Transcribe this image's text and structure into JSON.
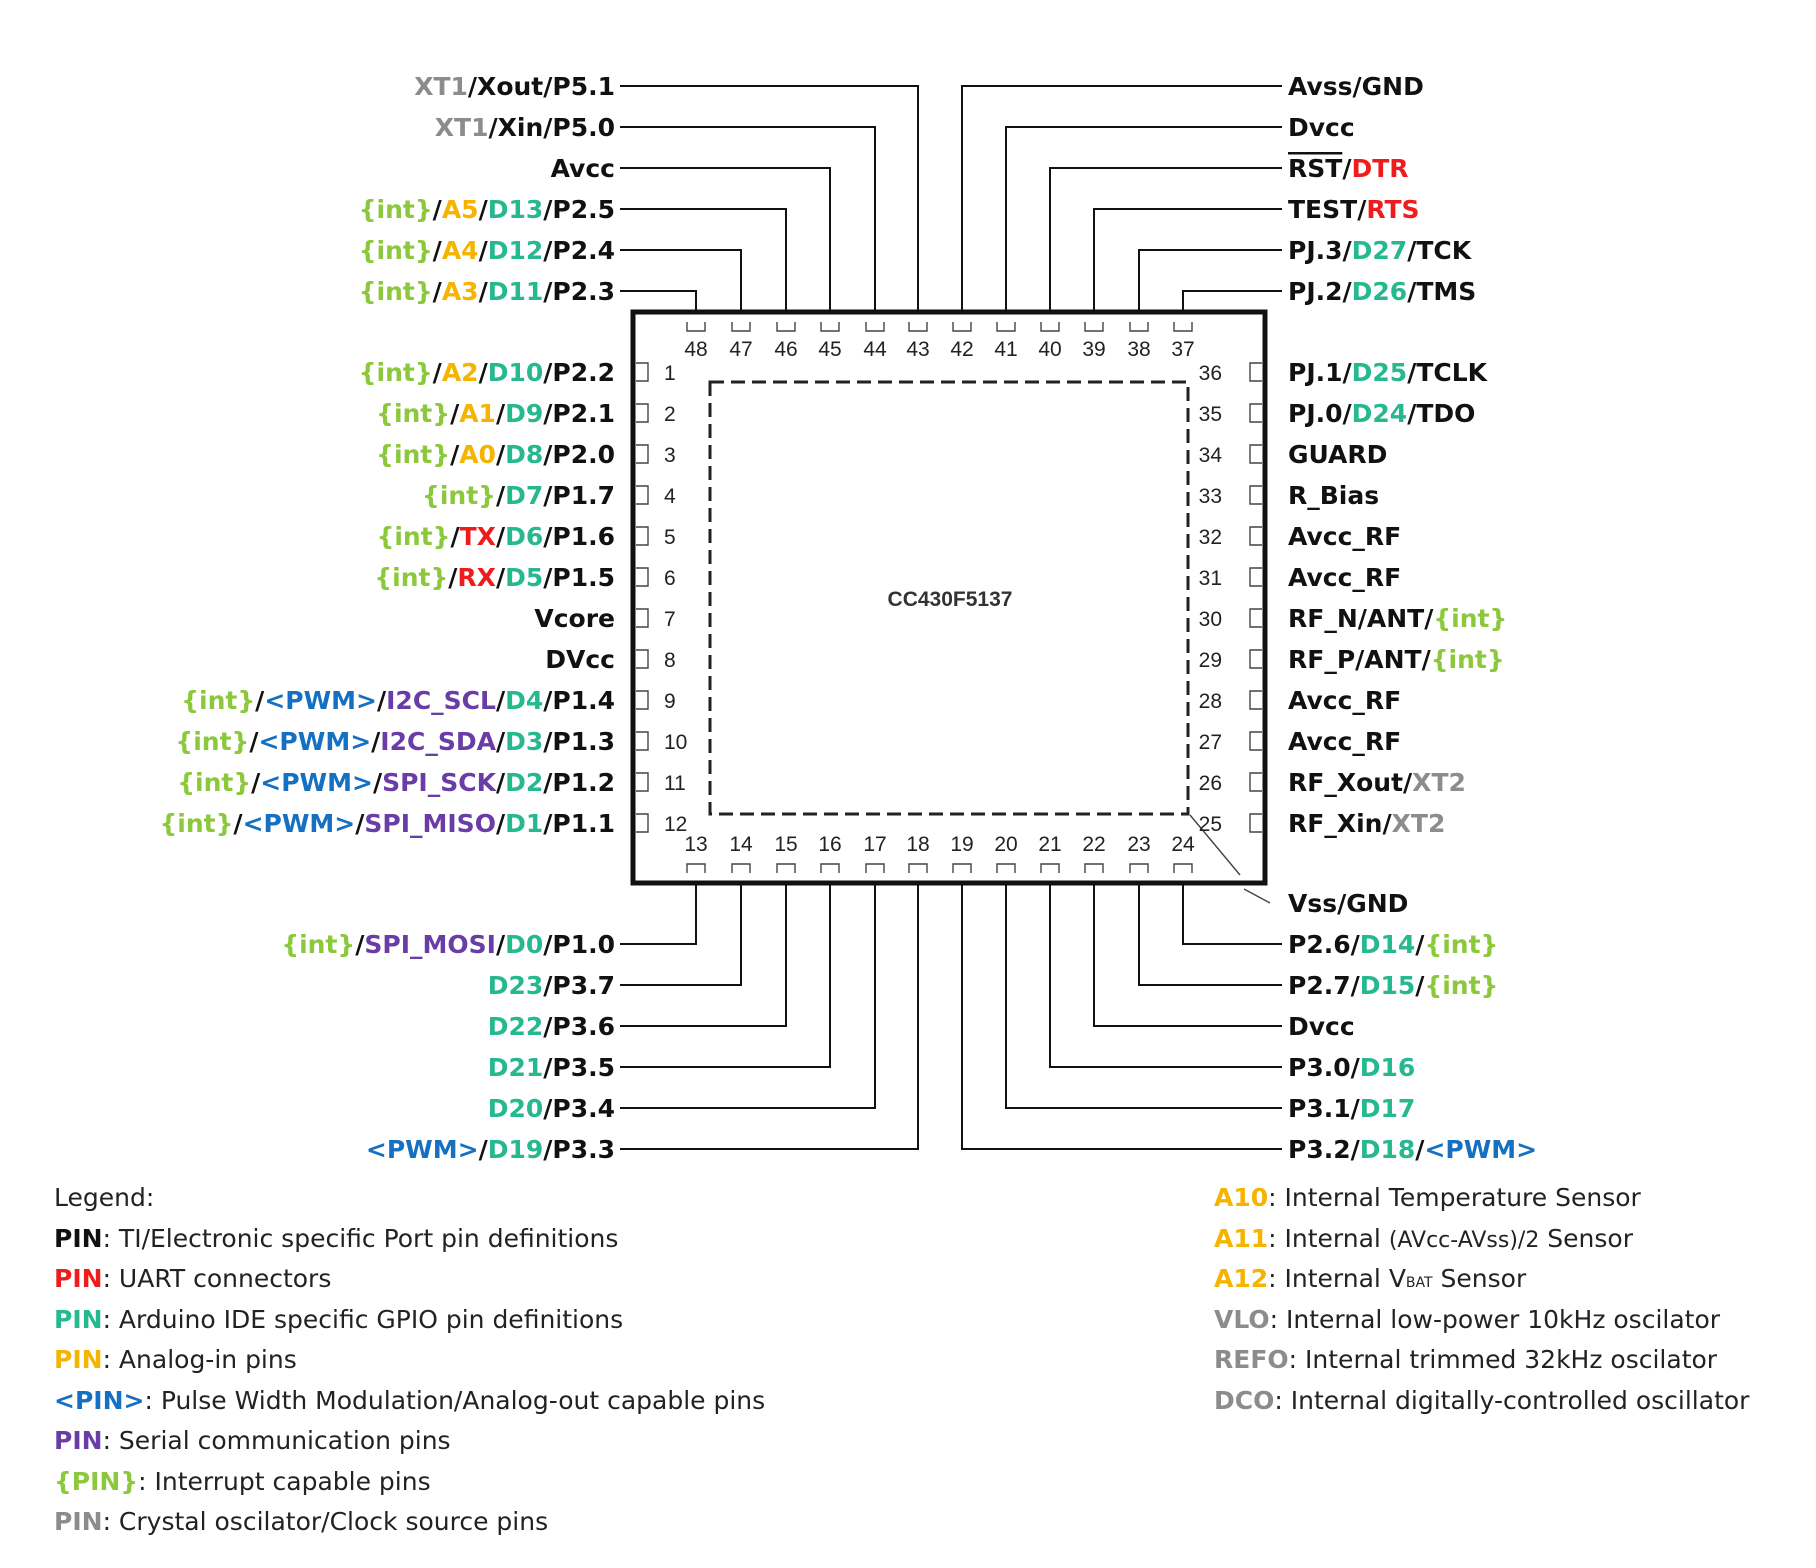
{
  "chip": {
    "name": "CC430F5137"
  },
  "colors": {
    "black": "#111111",
    "red": "#ee1c1c",
    "teal": "#26b88f",
    "yellow": "#f4b400",
    "blue": "#1570c2",
    "purple": "#6a3ca6",
    "lime": "#8cc83c",
    "gray": "#8c8c8c"
  },
  "pins": {
    "top": [
      {
        "num": "48",
        "label": [
          [
            "{int}",
            "lime"
          ],
          [
            "/",
            "black"
          ],
          [
            "A3",
            "yellow"
          ],
          [
            "/",
            "black"
          ],
          [
            "D11",
            "teal"
          ],
          [
            "/P2.3",
            "black"
          ]
        ]
      },
      {
        "num": "47",
        "label": [
          [
            "{int}",
            "lime"
          ],
          [
            "/",
            "black"
          ],
          [
            "A4",
            "yellow"
          ],
          [
            "/",
            "black"
          ],
          [
            "D12",
            "teal"
          ],
          [
            "/P2.4",
            "black"
          ]
        ]
      },
      {
        "num": "46",
        "label": [
          [
            "{int}",
            "lime"
          ],
          [
            "/",
            "black"
          ],
          [
            "A5",
            "yellow"
          ],
          [
            "/",
            "black"
          ],
          [
            "D13",
            "teal"
          ],
          [
            "/P2.5",
            "black"
          ]
        ]
      },
      {
        "num": "45",
        "label": [
          [
            "Avcc",
            "black"
          ]
        ]
      },
      {
        "num": "44",
        "label": [
          [
            "XT1",
            "gray"
          ],
          [
            "/Xin/P5.0",
            "black"
          ]
        ]
      },
      {
        "num": "43",
        "label": [
          [
            "XT1",
            "gray"
          ],
          [
            "/Xout/P5.1",
            "black"
          ]
        ]
      },
      {
        "num": "42",
        "label": [
          [
            "Avss/GND",
            "black"
          ]
        ]
      },
      {
        "num": "41",
        "label": [
          [
            "Dvcc",
            "black"
          ]
        ]
      },
      {
        "num": "40",
        "label": [
          [
            "RST",
            "black"
          ],
          [
            "/",
            "black"
          ],
          [
            "DTR",
            "red"
          ]
        ]
      },
      {
        "num": "39",
        "label": [
          [
            "TEST/",
            "black"
          ],
          [
            "RTS",
            "red"
          ]
        ]
      },
      {
        "num": "38",
        "label": [
          [
            "PJ.3/",
            "black"
          ],
          [
            "D27",
            "teal"
          ],
          [
            "/TCK",
            "black"
          ]
        ]
      },
      {
        "num": "37",
        "label": [
          [
            "PJ.2/",
            "black"
          ],
          [
            "D26",
            "teal"
          ],
          [
            "/TMS",
            "black"
          ]
        ]
      }
    ],
    "left": [
      {
        "num": "1",
        "label": [
          [
            "{int}",
            "lime"
          ],
          [
            "/",
            "black"
          ],
          [
            "A2",
            "yellow"
          ],
          [
            "/",
            "black"
          ],
          [
            "D10",
            "teal"
          ],
          [
            "/P2.2",
            "black"
          ]
        ]
      },
      {
        "num": "2",
        "label": [
          [
            "{int}",
            "lime"
          ],
          [
            "/",
            "black"
          ],
          [
            "A1",
            "yellow"
          ],
          [
            "/",
            "black"
          ],
          [
            "D9",
            "teal"
          ],
          [
            "/P2.1",
            "black"
          ]
        ]
      },
      {
        "num": "3",
        "label": [
          [
            "{int}",
            "lime"
          ],
          [
            "/",
            "black"
          ],
          [
            "A0",
            "yellow"
          ],
          [
            "/",
            "black"
          ],
          [
            "D8",
            "teal"
          ],
          [
            "/P2.0",
            "black"
          ]
        ]
      },
      {
        "num": "4",
        "label": [
          [
            "{int}",
            "lime"
          ],
          [
            "/",
            "black"
          ],
          [
            "D7",
            "teal"
          ],
          [
            "/P1.7",
            "black"
          ]
        ]
      },
      {
        "num": "5",
        "label": [
          [
            "{int}",
            "lime"
          ],
          [
            "/",
            "black"
          ],
          [
            "TX",
            "red"
          ],
          [
            "/",
            "black"
          ],
          [
            "D6",
            "teal"
          ],
          [
            "/P1.6",
            "black"
          ]
        ]
      },
      {
        "num": "6",
        "label": [
          [
            "{int}",
            "lime"
          ],
          [
            "/",
            "black"
          ],
          [
            "RX",
            "red"
          ],
          [
            "/",
            "black"
          ],
          [
            "D5",
            "teal"
          ],
          [
            "/P1.5",
            "black"
          ]
        ]
      },
      {
        "num": "7",
        "label": [
          [
            "Vcore",
            "black"
          ]
        ]
      },
      {
        "num": "8",
        "label": [
          [
            "DVcc",
            "black"
          ]
        ]
      },
      {
        "num": "9",
        "label": [
          [
            "{int}",
            "lime"
          ],
          [
            "/",
            "black"
          ],
          [
            "<PWM>",
            "blue"
          ],
          [
            "/",
            "black"
          ],
          [
            "I2C_SCL",
            "purple"
          ],
          [
            "/",
            "black"
          ],
          [
            "D4",
            "teal"
          ],
          [
            "/P1.4",
            "black"
          ]
        ]
      },
      {
        "num": "10",
        "label": [
          [
            "{int}",
            "lime"
          ],
          [
            "/",
            "black"
          ],
          [
            "<PWM>",
            "blue"
          ],
          [
            "/",
            "black"
          ],
          [
            "I2C_SDA",
            "purple"
          ],
          [
            "/",
            "black"
          ],
          [
            "D3",
            "teal"
          ],
          [
            "/P1.3",
            "black"
          ]
        ]
      },
      {
        "num": "11",
        "label": [
          [
            "{int}",
            "lime"
          ],
          [
            "/",
            "black"
          ],
          [
            "<PWM>",
            "blue"
          ],
          [
            "/",
            "black"
          ],
          [
            "SPI_SCK",
            "purple"
          ],
          [
            "/",
            "black"
          ],
          [
            "D2",
            "teal"
          ],
          [
            "/P1.2",
            "black"
          ]
        ]
      },
      {
        "num": "12",
        "label": [
          [
            "{int}",
            "lime"
          ],
          [
            "/",
            "black"
          ],
          [
            "<PWM>",
            "blue"
          ],
          [
            "/",
            "black"
          ],
          [
            "SPI_MISO",
            "purple"
          ],
          [
            "/",
            "black"
          ],
          [
            "D1",
            "teal"
          ],
          [
            "/P1.1",
            "black"
          ]
        ]
      }
    ],
    "right": [
      {
        "num": "36",
        "label": [
          [
            "PJ.1/",
            "black"
          ],
          [
            "D25",
            "teal"
          ],
          [
            "/TCLK",
            "black"
          ]
        ]
      },
      {
        "num": "35",
        "label": [
          [
            "PJ.0/",
            "black"
          ],
          [
            "D24",
            "teal"
          ],
          [
            "/TDO",
            "black"
          ]
        ]
      },
      {
        "num": "34",
        "label": [
          [
            "GUARD",
            "black"
          ]
        ]
      },
      {
        "num": "33",
        "label": [
          [
            "R_Bias",
            "black"
          ]
        ]
      },
      {
        "num": "32",
        "label": [
          [
            "Avcc_RF",
            "black"
          ]
        ]
      },
      {
        "num": "31",
        "label": [
          [
            "Avcc_RF",
            "black"
          ]
        ]
      },
      {
        "num": "30",
        "label": [
          [
            "RF_N/ANT/",
            "black"
          ],
          [
            "{int}",
            "lime"
          ]
        ]
      },
      {
        "num": "29",
        "label": [
          [
            "RF_P/ANT/",
            "black"
          ],
          [
            "{int}",
            "lime"
          ]
        ]
      },
      {
        "num": "28",
        "label": [
          [
            "Avcc_RF",
            "black"
          ]
        ]
      },
      {
        "num": "27",
        "label": [
          [
            "Avcc_RF",
            "black"
          ]
        ]
      },
      {
        "num": "26",
        "label": [
          [
            "RF_Xout/",
            "black"
          ],
          [
            "XT2",
            "gray"
          ]
        ]
      },
      {
        "num": "25",
        "label": [
          [
            "RF_Xin/",
            "black"
          ],
          [
            "XT2",
            "gray"
          ]
        ]
      }
    ],
    "bottom": [
      {
        "num": "13",
        "label": [
          [
            "{int}",
            "lime"
          ],
          [
            "/",
            "black"
          ],
          [
            "SPI_MOSI",
            "purple"
          ],
          [
            "/",
            "black"
          ],
          [
            "D0",
            "teal"
          ],
          [
            "/P1.0",
            "black"
          ]
        ]
      },
      {
        "num": "14",
        "label": [
          [
            "D23",
            "teal"
          ],
          [
            "/P3.7",
            "black"
          ]
        ]
      },
      {
        "num": "15",
        "label": [
          [
            "D22",
            "teal"
          ],
          [
            "/P3.6",
            "black"
          ]
        ]
      },
      {
        "num": "16",
        "label": [
          [
            "D21",
            "teal"
          ],
          [
            "/P3.5",
            "black"
          ]
        ]
      },
      {
        "num": "17",
        "label": [
          [
            "D20",
            "teal"
          ],
          [
            "/P3.4",
            "black"
          ]
        ]
      },
      {
        "num": "18",
        "label": [
          [
            "<PWM>",
            "blue"
          ],
          [
            "/",
            "black"
          ],
          [
            "D19",
            "teal"
          ],
          [
            "/P3.3",
            "black"
          ]
        ]
      },
      {
        "num": "19",
        "label": [
          [
            "P3.2/",
            "black"
          ],
          [
            "D18",
            "teal"
          ],
          [
            "/",
            "black"
          ],
          [
            "<PWM>",
            "blue"
          ]
        ]
      },
      {
        "num": "20",
        "label": [
          [
            "P3.1/",
            "black"
          ],
          [
            "D17",
            "teal"
          ]
        ]
      },
      {
        "num": "21",
        "label": [
          [
            "P3.0/",
            "black"
          ],
          [
            "D16",
            "teal"
          ]
        ]
      },
      {
        "num": "22",
        "label": [
          [
            "Dvcc",
            "black"
          ]
        ]
      },
      {
        "num": "23",
        "label": [
          [
            "P2.7/",
            "black"
          ],
          [
            "D15",
            "teal"
          ],
          [
            "/",
            "black"
          ],
          [
            "{int}",
            "lime"
          ]
        ]
      },
      {
        "num": "24",
        "label": [
          [
            "P2.6/",
            "black"
          ],
          [
            "D14",
            "teal"
          ],
          [
            "/",
            "black"
          ],
          [
            "{int}",
            "lime"
          ]
        ]
      }
    ],
    "center_pad": {
      "label": [
        [
          "Vss/GND",
          "black"
        ]
      ]
    }
  },
  "legend_left": {
    "title": "Legend:",
    "items": [
      {
        "key": "PIN",
        "color": "black",
        "text": ": TI/Electronic specific Port pin definitions"
      },
      {
        "key": "PIN",
        "color": "red",
        "text": ": UART connectors"
      },
      {
        "key": "PIN",
        "color": "teal",
        "text": ": Arduino IDE specific GPIO pin definitions"
      },
      {
        "key": "PIN",
        "color": "yellow",
        "text": ": Analog-in pins"
      },
      {
        "key": "<PIN>",
        "color": "blue",
        "text": ": Pulse Width Modulation/Analog-out capable pins"
      },
      {
        "key": "PIN",
        "color": "purple",
        "text": ": Serial communication pins"
      },
      {
        "key": "{PIN}",
        "color": "lime",
        "text": ": Interrupt capable pins"
      },
      {
        "key": "PIN",
        "color": "gray",
        "text": ": Crystal oscilator/Clock source pins"
      }
    ]
  },
  "legend_right": {
    "a10": {
      "key": "A10",
      "color": "yellow",
      "text": ": Internal Temperature Sensor"
    },
    "a11": {
      "key": "A11",
      "color": "yellow",
      "pre": ": Internal ",
      "formula": "(AVcc-AVss)/2",
      "post": " Sensor"
    },
    "a12": {
      "key": "A12",
      "color": "yellow",
      "pre": ": Internal ",
      "v": "V",
      "sub": "BAT",
      "post": " Sensor"
    },
    "vlo": {
      "key": "VLO",
      "color": "gray",
      "text": ": Internal low-power 10kHz oscilator"
    },
    "refo": {
      "key": "REFO",
      "color": "gray",
      "text": ": Internal trimmed 32kHz oscilator"
    },
    "dco": {
      "key": "DCO",
      "color": "gray",
      "text": ": Internal digitally-controlled oscillator"
    }
  }
}
